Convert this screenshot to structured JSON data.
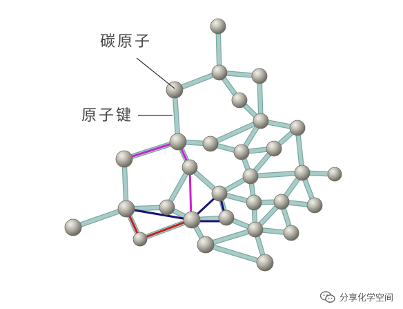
{
  "labels": {
    "carbon_atom": "碳原子",
    "covalent_bond": "原子键"
  },
  "watermark": {
    "text": "分享化学空间",
    "icon": "wechat-icon"
  },
  "colors": {
    "bond": "#a9ccc8",
    "bond_edge": "#7aa9a4",
    "atom": "#b9b6ac",
    "atom_dark": "#6c6a62",
    "ring_magenta": "#cc22cc",
    "ring_blue": "#15157a",
    "ring_red": "#c81e1e",
    "leader_line": "#333333"
  }
}
